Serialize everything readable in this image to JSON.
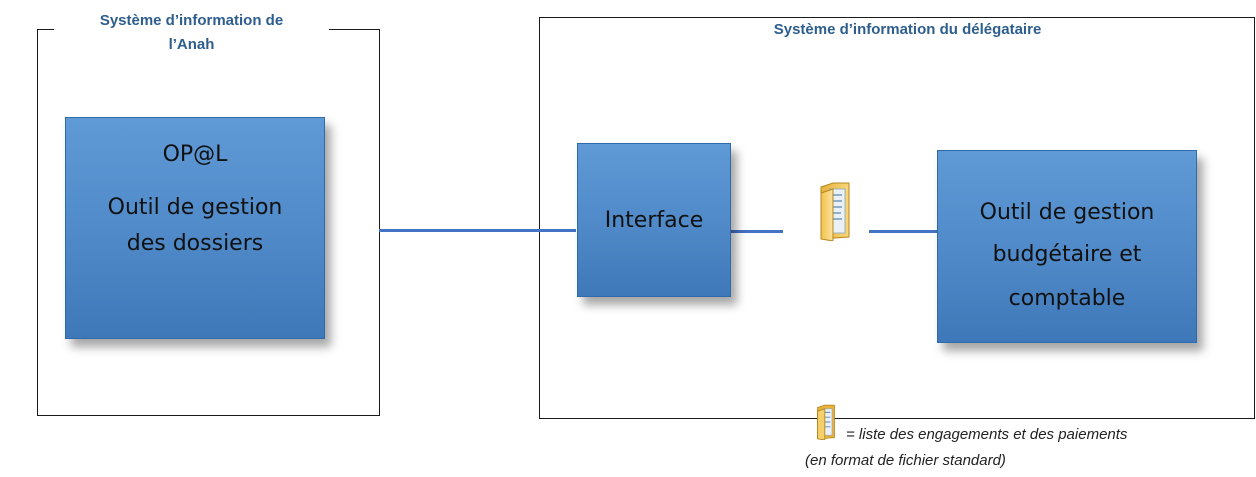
{
  "anah_system": {
    "title_line1": "Système d’information de",
    "title_line2": "l’Anah"
  },
  "delegataire_system": {
    "title": "Système d’information du délégataire"
  },
  "opal_box": {
    "name": "OP@L",
    "line1": "Outil de gestion",
    "line2": "des dossiers"
  },
  "interface_box": {
    "label": "Interface"
  },
  "budget_box": {
    "line1": "Outil de gestion",
    "line2": "budgétaire et",
    "line3": "comptable"
  },
  "legend": {
    "line1": "= liste des engagements et des paiements",
    "line2": "(en format de fichier standard)"
  },
  "colors": {
    "box_fill": "#5b9bd5",
    "connector": "#4472c4",
    "title_text": "#2e5e8e"
  },
  "icons": [
    "folder-icon"
  ]
}
